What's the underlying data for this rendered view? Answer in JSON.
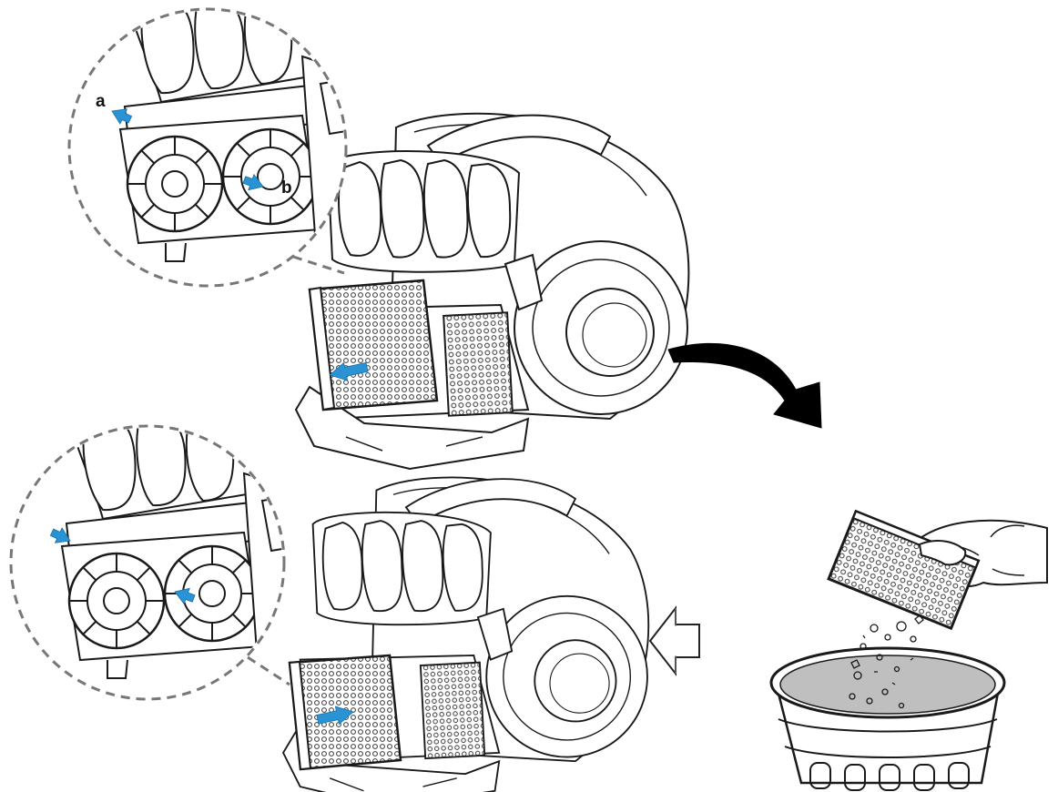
{
  "labels": {
    "a": "a",
    "b": "b"
  },
  "colors": {
    "line": "#1a1a1a",
    "accent_arrow": "#2a93d5",
    "arrow_solid": "#000000",
    "arrow_outline": "#222222",
    "bin_inner": "#bfbfbf",
    "dashed_circle": "#777777",
    "filter_mesh": "#333333"
  },
  "icons": {
    "step_arrow_top": "curved-arrow-down-icon",
    "step_arrow_bottom": "outline-arrow-left-icon",
    "release_arrow": "double-arrow-icon"
  },
  "steps": [
    {
      "name": "remove-filter"
    },
    {
      "name": "empty-filter-into-bin"
    },
    {
      "name": "reinsert-filter"
    }
  ]
}
